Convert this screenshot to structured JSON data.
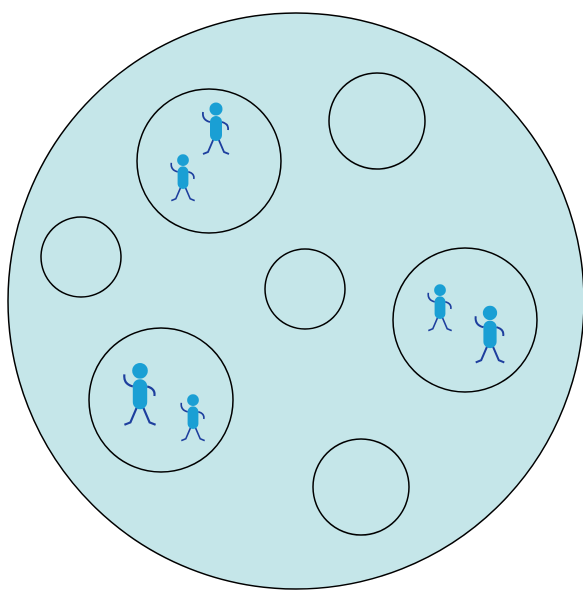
{
  "diagram": {
    "colors": {
      "big_circle_fill": "#c5e6e9",
      "stroke": "#000000",
      "figure_body": "#1a9fd4",
      "figure_limbs": "#1e3f9e"
    },
    "circles": [
      {
        "id": "circle-top-left",
        "figures": 2
      },
      {
        "id": "circle-top-right",
        "figures": 0
      },
      {
        "id": "circle-left",
        "figures": 0
      },
      {
        "id": "circle-center",
        "figures": 0
      },
      {
        "id": "circle-right",
        "figures": 2
      },
      {
        "id": "circle-bottom-left",
        "figures": 2
      },
      {
        "id": "circle-bottom",
        "figures": 0
      }
    ],
    "figure_icon": "person-icon"
  }
}
